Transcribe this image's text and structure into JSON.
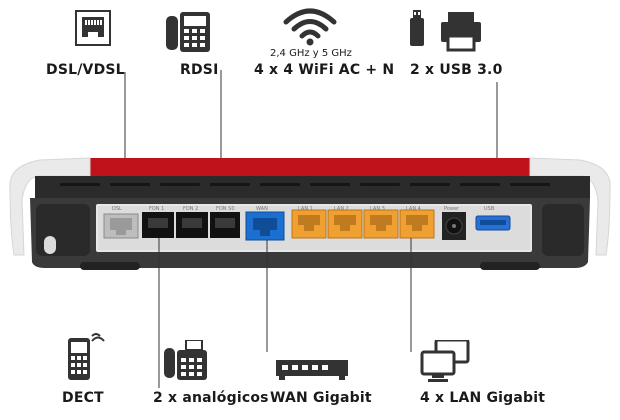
{
  "features_top": {
    "dsl": {
      "label": "DSL/VDSL",
      "icon": "ethernet-port-icon"
    },
    "rdsi": {
      "label": "RDSI",
      "icon": "desk-phone-icon"
    },
    "wifi": {
      "sublabel": "2,4 GHz y 5 GHz",
      "label": "4 x 4 WiFi AC + N",
      "icon": "wifi-icon"
    },
    "usb": {
      "label": "2 x USB 3.0",
      "icon": "usb-printer-icon"
    }
  },
  "features_bottom": {
    "dect": {
      "label": "DECT",
      "icon": "cordless-phone-icon"
    },
    "analog": {
      "label": "2 x analógicos",
      "icon": "fax-phone-icon"
    },
    "wan": {
      "label": "WAN Gigabit",
      "icon": "network-switch-icon"
    },
    "lan": {
      "label": "4 x LAN Gigabit",
      "icon": "computers-icon"
    }
  },
  "port_labels": [
    "DSL",
    "FON 1",
    "FON 2",
    "FON S0",
    "WAN",
    "LAN 1",
    "LAN 2",
    "LAN 3",
    "LAN 4",
    "Power",
    "USB"
  ],
  "colors": {
    "router_red": "#c0121a",
    "wan_port": "#1b6fd0",
    "lan_port": "#f0a030",
    "usb_port": "#2a6fd6",
    "router_body": "#3a3a3a"
  }
}
